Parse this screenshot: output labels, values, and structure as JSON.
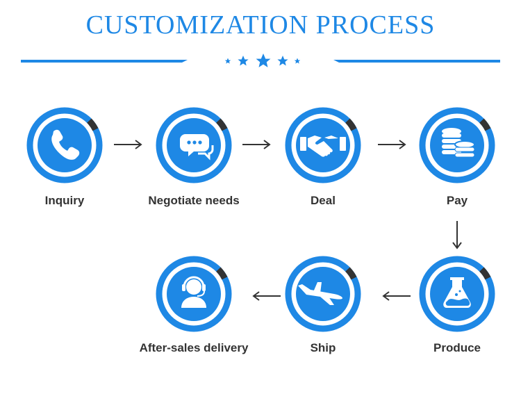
{
  "title": "CUSTOMIZATION PROCESS",
  "colors": {
    "accent": "#1e88e5",
    "dark": "#333333",
    "text": "#333333"
  },
  "steps": [
    {
      "label": "Inquiry",
      "icon": "phone-icon"
    },
    {
      "label": "Negotiate needs",
      "icon": "chat-bubbles-icon"
    },
    {
      "label": "Deal",
      "icon": "handshake-icon"
    },
    {
      "label": "Pay",
      "icon": "coins-icon"
    },
    {
      "label": "Produce",
      "icon": "flask-icon"
    },
    {
      "label": "Ship",
      "icon": "airplane-icon"
    },
    {
      "label": "After-sales delivery",
      "icon": "headset-icon"
    }
  ]
}
